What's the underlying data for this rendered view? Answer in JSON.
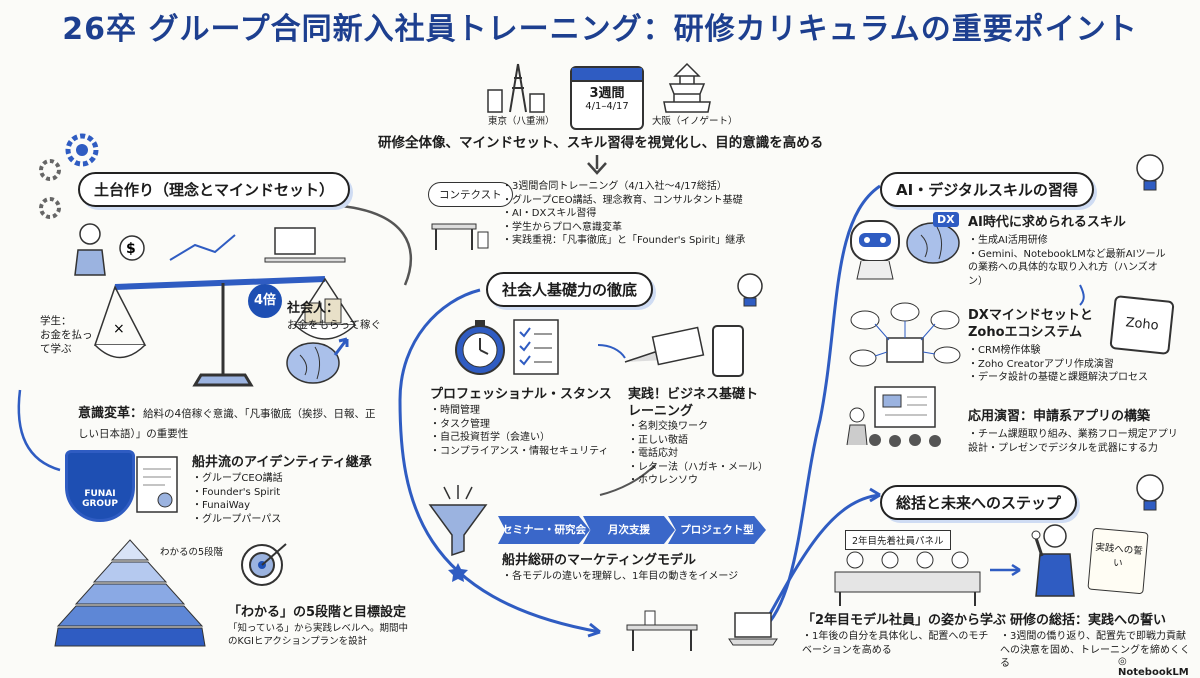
{
  "title": "26卒 グループ合同新入社員トレーニング：研修カリキュラムの重要ポイント",
  "top": {
    "tokyo": "東京（八重洲）",
    "osaka": "大阪（イノゲート）",
    "weeks": "3週間",
    "dates": "4/1–4/17",
    "purpose": "研修全体像、マインドセット、スキル習得を視覚化し、目的意識を高める",
    "context_label": "コンテクスト",
    "context_items": [
      "3週間合同トレーニング（4/1入社〜4/17総括）",
      "グループCEO講話、理念教育、コンサルタント基礎",
      "AI・DXスキル習得",
      "学生からプロへ意識変革",
      "実践重視：「凡事徹底」と「Founder's Spirit」継承"
    ]
  },
  "foundation": {
    "header": "土台作り（理念とマインドセット）",
    "badge": "4倍",
    "student": "学生：\nお金を払って学ぶ",
    "worker_title": "社会人：",
    "worker_text": "お金をもらって稼ぐ",
    "mind_title": "意識変革：",
    "mind_text": "給料の4倍稼ぐ意識、「凡事徹底（挨拶、日報、正しい日本語）」の重要性",
    "identity_title": "船井流のアイデンティティ継承",
    "identity_items": [
      "グループCEO講話",
      "Founder's Spirit",
      "FunaiWay",
      "グループパーパス"
    ],
    "shield_text": "FUNAI GROUP",
    "pyramid_label": "わかるの5段階",
    "wakaru_title": "「わかる」の5段階と目標設定",
    "wakaru_text": "「知っている」から実践レベルへ。期間中のKGIヒアクションプランを設計"
  },
  "basics": {
    "header": "社会人基礎力の徹底",
    "pro_title": "プロフェッショナル・スタンス",
    "pro_items": [
      "時間管理",
      "タスク管理",
      "自己投資哲学（会違い）",
      "コンプライアンス・情報セキュリティ"
    ],
    "biz_title": "実践！ビジネス基礎トレーニング",
    "biz_items": [
      "名刺交換ワーク",
      "正しい敬語",
      "電話応対",
      "レター法（ハガキ・メール）",
      "ホウレンソウ"
    ],
    "stages": [
      "セミナー・研究会",
      "月次支援",
      "プロジェクト型"
    ],
    "mkt_title": "船井総研のマーケティングモデル",
    "mkt_items": [
      "各モデルの違いを理解し、1年目の動きをイメージ"
    ]
  },
  "ai": {
    "header": "AI・デジタルスキルの習得",
    "dx_badge": "DX",
    "skills_title": "AI時代に求められるスキル",
    "skills_items": [
      "生成AI活用研修",
      "Gemini、NotebookLMなど最新AIツールの業務への具体的な取り入れ方（ハンズオン）"
    ],
    "zoho_title": "DXマインドセットとZohoエコシステム",
    "zoho_logo": "Zoho",
    "zoho_items": [
      "CRM榜作体験",
      "Zoho Creatorアプリ作成演習",
      "データ設計の基礎と課題解決プロセス"
    ],
    "app_title": "応用演習：申請系アプリの構築",
    "app_items": [
      "チーム課題取り組み、業務フロー規定アプリ設計・プレゼンでデジタルを武器にする力"
    ]
  },
  "summary": {
    "header": "総括と未来へのステップ",
    "panel_label": "2年目先着社員パネル",
    "panel_title": "「2年目モデル社員」の姿から学ぶ",
    "panel_items": [
      "1年後の自分を具体化し、配置へのモチベーションを高める"
    ],
    "scroll_text": "実践への誓い",
    "vow_title": "研修の総括：実践への誓い",
    "vow_items": [
      "3週間の僑り返り、配置先で即戦力貢献への決意を固め、トレーニングを締めくくる"
    ]
  },
  "footer": "NotebookLM",
  "colors": {
    "accent": "#2f5cc2",
    "title": "#1d3f8f",
    "ink": "#1c1c1c"
  }
}
